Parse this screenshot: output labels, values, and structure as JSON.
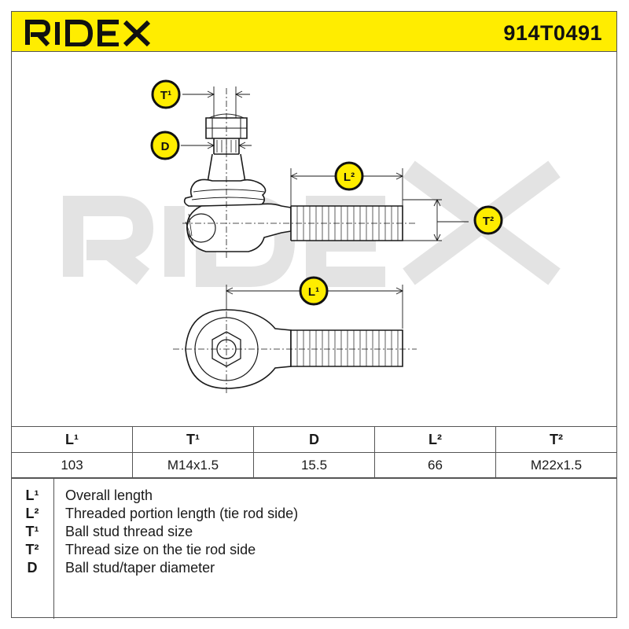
{
  "brand": {
    "logo_text": "RIDEX",
    "part_number": "914T0491",
    "accent_color": "#ffed00",
    "watermark_text": "RIDEX"
  },
  "drawing": {
    "badges": {
      "t1": "T¹",
      "d": "D",
      "l2": "L²",
      "t2": "T²",
      "l1": "L¹"
    }
  },
  "spec_table": {
    "headers": [
      "L¹",
      "T¹",
      "D",
      "L²",
      "T²"
    ],
    "values": [
      "103",
      "M14x1.5",
      "15.5",
      "66",
      "M22x1.5"
    ]
  },
  "legend": [
    {
      "symbol": "L¹",
      "description": "Overall length"
    },
    {
      "symbol": "L²",
      "description": "Threaded portion length (tie rod side)"
    },
    {
      "symbol": "T¹",
      "description": "Ball stud thread size"
    },
    {
      "symbol": "T²",
      "description": "Thread size on the tie rod side"
    },
    {
      "symbol": "D",
      "description": "Ball stud/taper diameter"
    }
  ]
}
